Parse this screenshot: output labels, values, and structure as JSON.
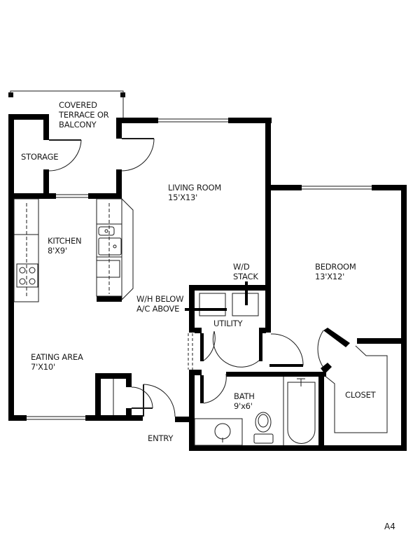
{
  "floor_plan": {
    "plan_id": "A4",
    "rooms": [
      {
        "id": "terrace",
        "lines": [
          "COVERED",
          "TERRACE OR",
          "BALCONY"
        ]
      },
      {
        "id": "storage",
        "lines": [
          "STORAGE"
        ]
      },
      {
        "id": "living-room",
        "lines": [
          "LIVING ROOM",
          "15'X13'"
        ]
      },
      {
        "id": "kitchen",
        "lines": [
          "KITCHEN",
          "8'X9'"
        ]
      },
      {
        "id": "bedroom",
        "lines": [
          "BEDROOM",
          "13'X12'"
        ]
      },
      {
        "id": "utility",
        "lines": [
          "UTILITY"
        ]
      },
      {
        "id": "eating-area",
        "lines": [
          "EATING AREA",
          "7'X10'"
        ]
      },
      {
        "id": "bath",
        "lines": [
          "BATH",
          "9'x6'"
        ]
      },
      {
        "id": "closet",
        "lines": [
          "CLOSET"
        ]
      },
      {
        "id": "entry",
        "lines": [
          "ENTRY"
        ]
      }
    ],
    "annotations": {
      "wd_stack": [
        "W/D",
        "STACK"
      ],
      "wh_ac": [
        "W/H BELOW",
        "A/C ABOVE"
      ]
    },
    "colors": {
      "wall": "#000000",
      "line": "#1a1a1a",
      "background": "#ffffff"
    }
  }
}
